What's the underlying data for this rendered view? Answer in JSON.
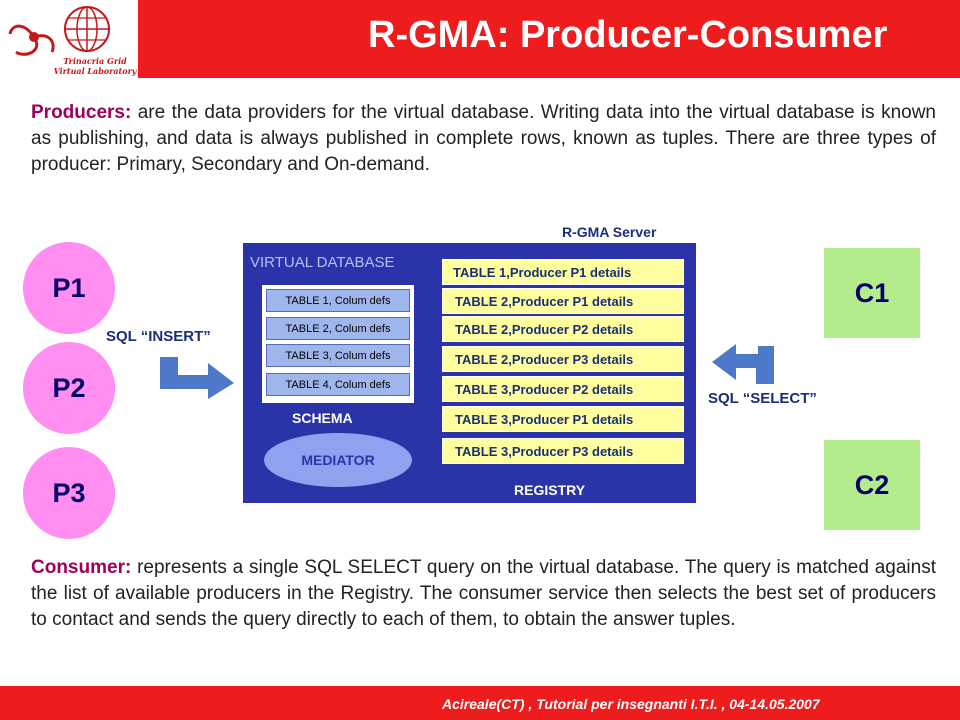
{
  "slide": {
    "title": "R-GMA: Producer-Consumer",
    "logo": {
      "line1": "Trinacria Grid",
      "line2": "Virtual Laboratory"
    },
    "producers_para": {
      "lead": "Producers:",
      "text": " are the data providers for the virtual database. Writing data into the virtual database is known as publishing, and data is always published in complete rows, known as tuples. There are three types of producer: Primary, Secondary and On-demand."
    },
    "consumer_para": {
      "lead": "Consumer:",
      "text": " represents a single SQL SELECT query on the virtual database. The query is matched against the list of available producers in the Registry. The consumer service then selects the best set of producers to contact and sends the query directly to each of them, to obtain the answer tuples."
    },
    "footer": "Acireale(CT) , Tutorial per insegnanti I.T.I.  , 04-14.05.2007"
  },
  "diagram": {
    "producers": [
      "P1",
      "P2",
      "P3"
    ],
    "consumers": [
      "C1",
      "C2"
    ],
    "sql_insert": "SQL “INSERT”",
    "sql_select": "SQL “SELECT”",
    "server_label": "R-GMA Server",
    "virtual_db_title": "VIRTUAL DATABASE",
    "schema_rows": [
      "TABLE 1, Colum defs",
      "TABLE 2, Colum defs",
      "TABLE 3, Colum defs",
      "TABLE 4, Colum defs"
    ],
    "schema_label": "SCHEMA",
    "mediator_label": "MEDIATOR",
    "registry_rows": [
      "TABLE 1,Producer P1 details",
      "TABLE 2,Producer P1 details",
      "TABLE 2,Producer P2 details",
      "TABLE 2,Producer P3 details",
      "TABLE 3,Producer P2 details",
      "TABLE 3,Producer P1 details",
      "TABLE 3,Producer P3 details"
    ],
    "registry_label": "REGISTRY"
  },
  "colors": {
    "header_red": "#ee1c1c",
    "producer_pink": "#ff8ef0",
    "consumer_green": "#b3ec8d",
    "database_blue": "#2a34a8",
    "registry_yellow": "#ffffa0",
    "accent_magenta": "#a0005a"
  }
}
